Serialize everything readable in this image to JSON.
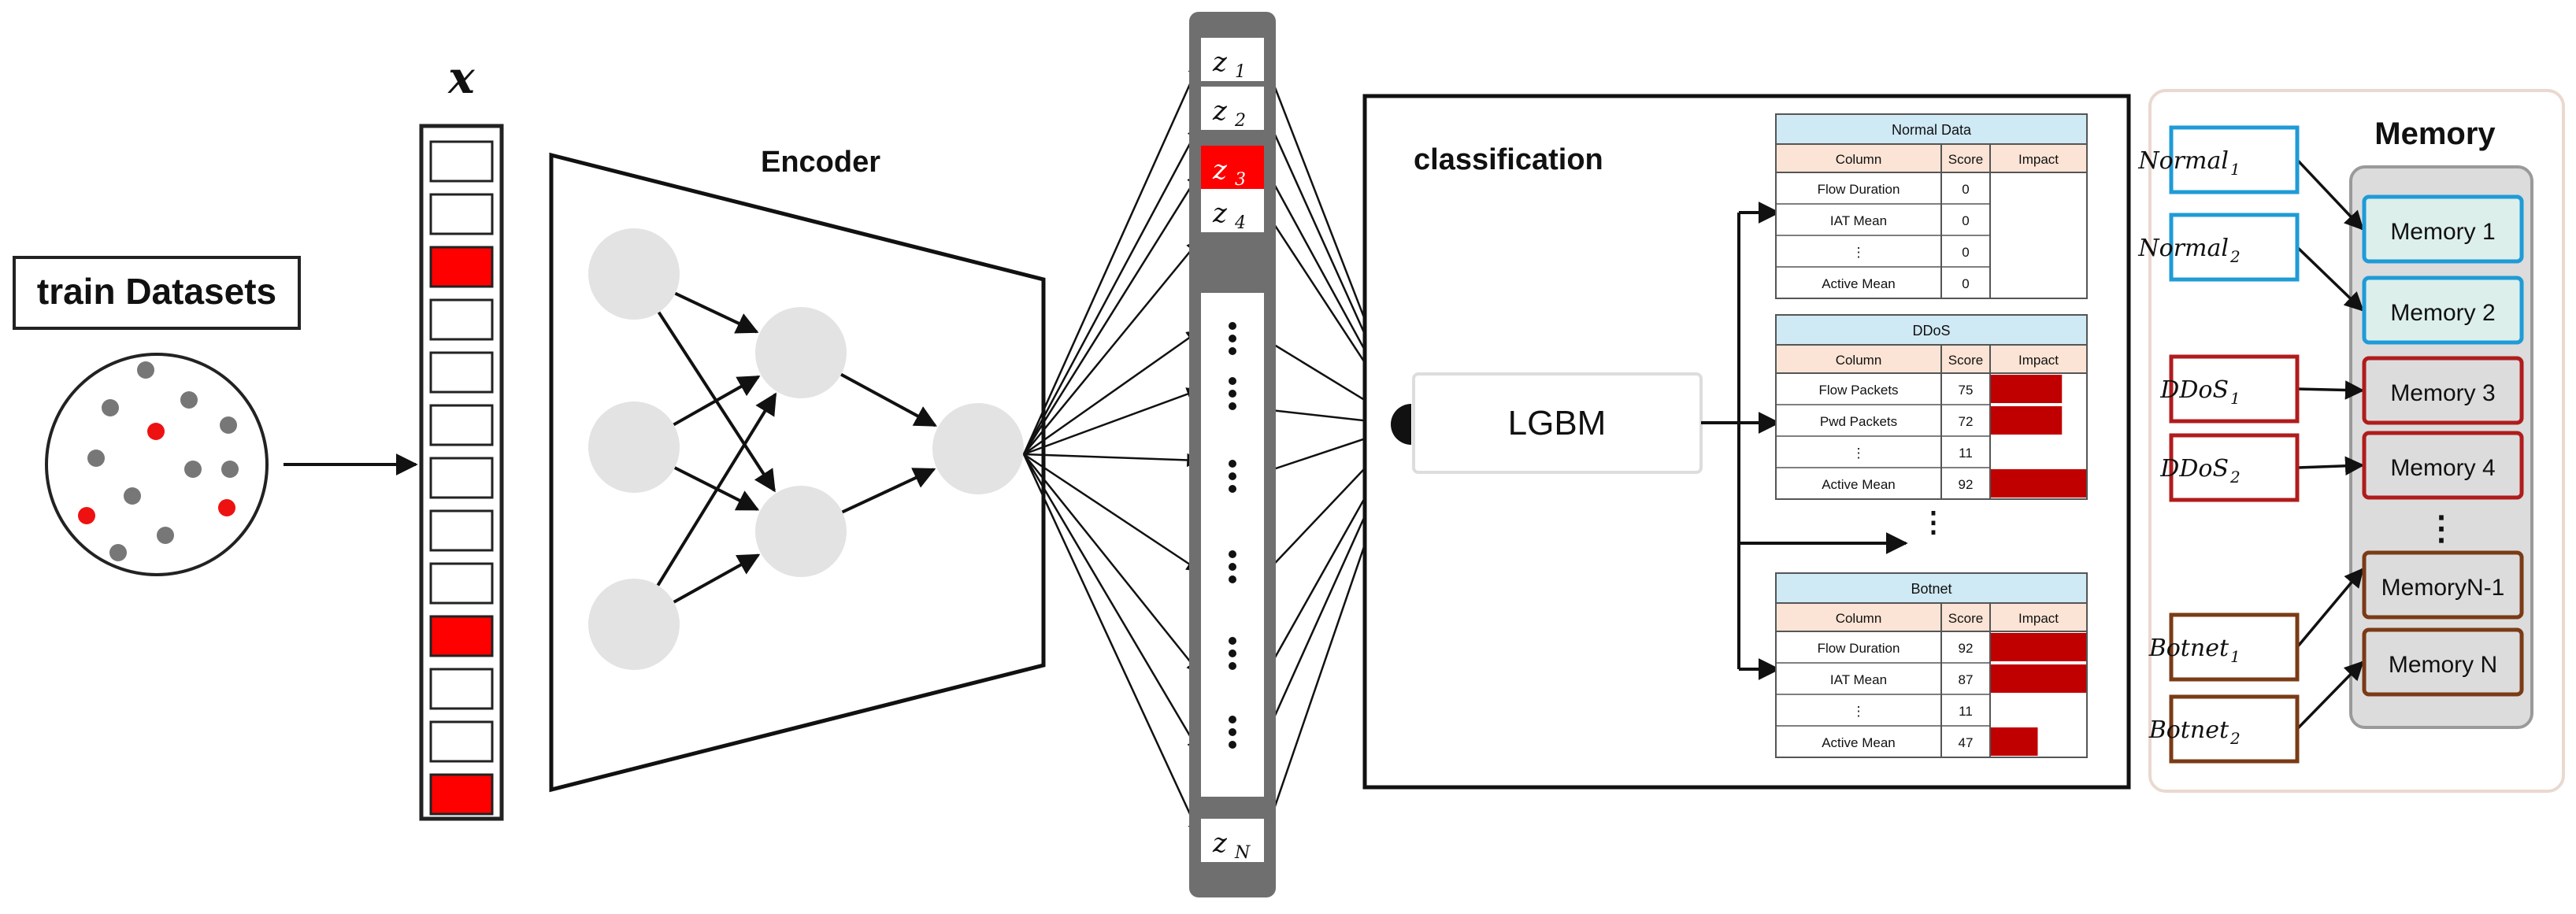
{
  "train_label": "train Datasets",
  "vector_label": "x",
  "encoder_label": "Encoder",
  "latent": {
    "z": [
      "z",
      "z",
      "z",
      "z",
      "z"
    ],
    "subs": [
      "1",
      "2",
      "3",
      "4",
      "N"
    ],
    "highlight_color": "#ff0000"
  },
  "classification": {
    "title": "classification",
    "model_label": "LGBM",
    "col_headers": [
      "Column",
      "Score",
      "Impact"
    ],
    "tables": [
      {
        "title": "Normal Data",
        "rows": [
          {
            "column": "Flow Duration",
            "score": "0",
            "impact": 0
          },
          {
            "column": "IAT Mean",
            "score": "0",
            "impact": 0
          },
          {
            "column": "⋮",
            "score": "0",
            "impact": 0
          },
          {
            "column": "Active Mean",
            "score": "0",
            "impact": 0
          }
        ]
      },
      {
        "title": "DDoS",
        "rows": [
          {
            "column": "Flow Packets",
            "score": "75",
            "impact": 0.75
          },
          {
            "column": "Pwd Packets",
            "score": "72",
            "impact": 0.75
          },
          {
            "column": "⋮",
            "score": "11",
            "impact": 0
          },
          {
            "column": "Active Mean",
            "score": "92",
            "impact": 1.0
          }
        ]
      },
      {
        "title": "Botnet",
        "rows": [
          {
            "column": "Flow Duration",
            "score": "92",
            "impact": 1.0
          },
          {
            "column": "IAT Mean",
            "score": "87",
            "impact": 1.0
          },
          {
            "column": "⋮",
            "score": "11",
            "impact": 0
          },
          {
            "column": "Active Mean",
            "score": "47",
            "impact": 0.5
          }
        ]
      }
    ],
    "impact_color": "#c00000",
    "header_color": "#cfe9f5",
    "subheader_color": "#fbe4d5"
  },
  "memory": {
    "title": "Memory",
    "inputs": [
      {
        "base": "Normal",
        "sub": "1",
        "color": "#1f9bd7"
      },
      {
        "base": "Normal",
        "sub": "2",
        "color": "#1f9bd7"
      },
      {
        "base": "DDoS",
        "sub": "1",
        "color": "#b01c1c"
      },
      {
        "base": "DDoS",
        "sub": "2",
        "color": "#b01c1c"
      },
      {
        "base": "Botnet",
        "sub": "1",
        "color": "#7a3b16"
      },
      {
        "base": "Botnet",
        "sub": "2",
        "color": "#7a3b16"
      }
    ],
    "slots": [
      {
        "label": "Memory 1",
        "color": "#1f9bd7"
      },
      {
        "label": "Memory 2",
        "color": "#1f9bd7"
      },
      {
        "label": "Memory 3",
        "color": "#b01c1c"
      },
      {
        "label": "Memory 4",
        "color": "#b01c1c"
      },
      {
        "label": "MemoryN-1",
        "color": "#7a3b16"
      },
      {
        "label": "Memory N",
        "color": "#7a3b16"
      }
    ]
  }
}
